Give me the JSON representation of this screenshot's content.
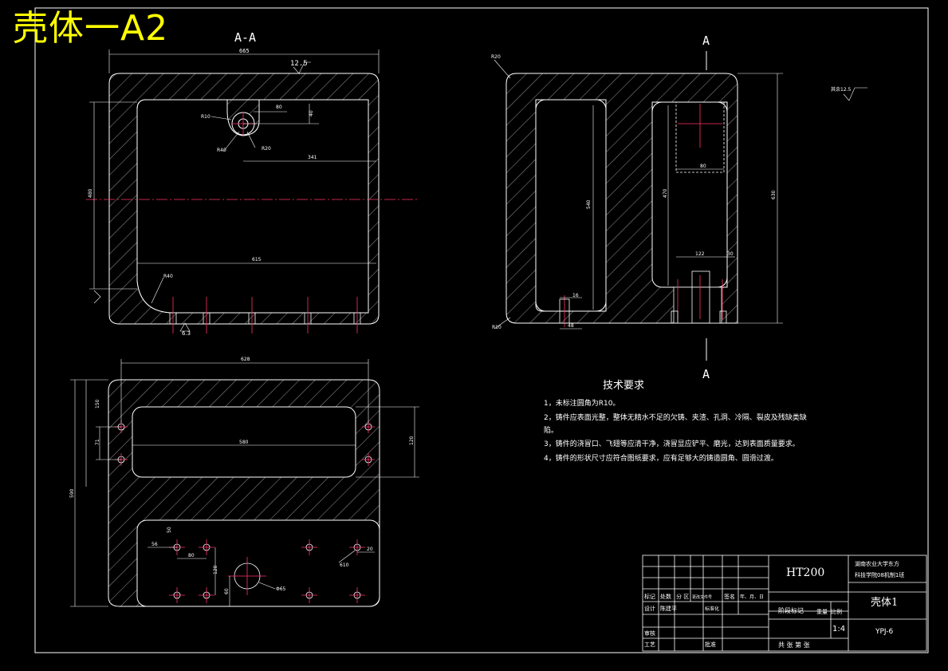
{
  "sheet_title": "壳体一A2",
  "section_label": "A-A",
  "view_label": "A",
  "dims_section": {
    "overall_width": "665",
    "surface_finish": "12.5",
    "r10": "R10",
    "d80": "80",
    "d40": "40",
    "r40": "R40",
    "r20": "R20",
    "d341": "341",
    "height": "480",
    "inner_width": "615",
    "r40b": "R40",
    "finish_bottom": "6.3"
  },
  "dims_side": {
    "r20": "R20",
    "r10": "R10",
    "d540": "540",
    "d470": "470",
    "d630": "630",
    "d80": "80",
    "d122": "122",
    "d30": "30",
    "d16": "16",
    "d48": "48",
    "finish_note": "其余12.5"
  },
  "dims_top": {
    "d628": "628",
    "d150": "150",
    "d71": "71",
    "d580": "580",
    "d120": "120",
    "d590": "590",
    "d56": "56",
    "d80": "80",
    "d50": "50",
    "d20": "20",
    "d610": "610",
    "d65": "Φ65",
    "d120b": "120",
    "d60": "60"
  },
  "tech_requirements": {
    "title": "技术要求",
    "lines": [
      "1，未标注圆角为R10。",
      "2，铸件应表面光整，整体无精水不足的欠铸、夹渣、孔洞、冷隔、裂皮及残缺类缺",
      "陷。",
      "3，铸件的浇冒口、飞翅等应清干净，浇冒显应铲平、磨光，达到表面质量要求。",
      "4，铸件的形状尺寸应符合图纸要求，应有足够大的铸造圆角、圆滑过渡。"
    ]
  },
  "title_block": {
    "material": "HT200",
    "school": "湖南农业大学东方",
    "class": "科技学院08机制1班",
    "part_name": "壳体1",
    "scale_label": "比例",
    "weight_label": "重量",
    "scale": "1:4",
    "drawing_no": "YPJ-6",
    "stage_mark": "阶段标记",
    "sheets": "共 张  第 张",
    "row_marks": "标记",
    "row_count": "处数",
    "row_zone": "分 区",
    "row_file": "更改文件号",
    "row_sign": "签名",
    "row_date": "年、月、日",
    "design_label": "设计",
    "designer": "陈建平",
    "std_label": "标准化",
    "check_label": "审核",
    "process_label": "工艺",
    "approve_label": "批准"
  }
}
